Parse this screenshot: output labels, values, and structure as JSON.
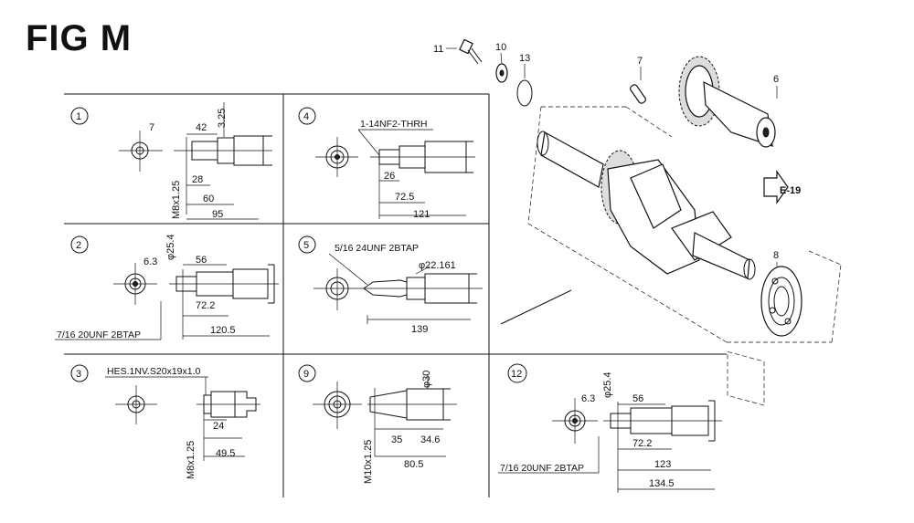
{
  "title": "FIG M",
  "panels": [
    {
      "id": "1",
      "dims": [
        "7",
        "42",
        "3.25",
        "28",
        "60",
        "95",
        "M8x1.25"
      ]
    },
    {
      "id": "4",
      "dims": [
        "1-14NF2-THRH",
        "26",
        "72.5",
        "121"
      ]
    },
    {
      "id": "2",
      "dims": [
        "6.3",
        "φ25.4",
        "56",
        "72.2",
        "120.5",
        "7/16 20UNF 2BTAP"
      ]
    },
    {
      "id": "5",
      "dims": [
        "5/16 24UNF 2BTAP",
        "φ22.161",
        "139"
      ]
    },
    {
      "id": "3",
      "dims": [
        "HES.1NV.S20x19x1.0",
        "24",
        "49.5",
        "M8x1.25"
      ]
    },
    {
      "id": "9",
      "dims": [
        "φ30",
        "35",
        "34.6",
        "80.5",
        "M10x1.25"
      ]
    },
    {
      "id": "12",
      "dims": [
        "6.3",
        "φ25.4",
        "56",
        "72.2",
        "123",
        "134.5",
        "7/16 20UNF 2BTAP"
      ]
    }
  ],
  "callouts": [
    "11",
    "10",
    "13",
    "7",
    "6",
    "8"
  ],
  "ref_label": "E-19"
}
